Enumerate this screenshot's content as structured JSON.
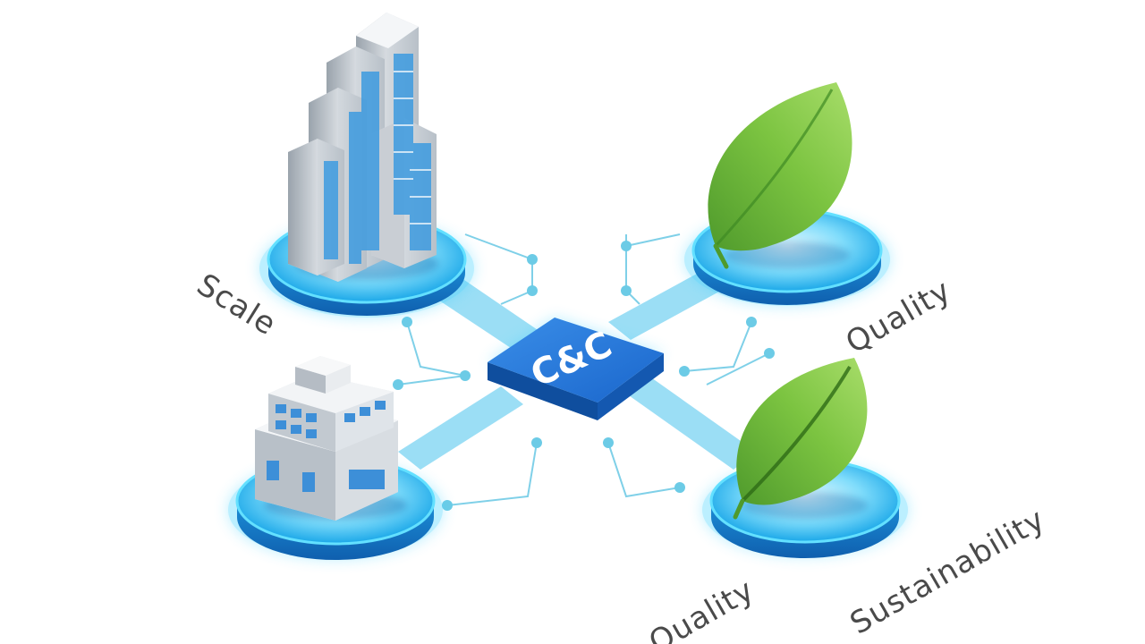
{
  "hub": {
    "label": "C&C",
    "color": "#1f73d6"
  },
  "nodes": [
    {
      "id": "scale",
      "label": "Scale",
      "icon": "skyscraper-icon"
    },
    {
      "id": "quality-top",
      "label": "Quality",
      "icon": "leaf-icon"
    },
    {
      "id": "quality-bottom",
      "label": "Quality",
      "icon": "office-building-icon"
    },
    {
      "id": "sustainability",
      "label": "Sustainability",
      "icon": "leaf-icon"
    }
  ],
  "colors": {
    "glow": "#3fd2ff",
    "platform": "#1ea0e6",
    "connector": "#8fdcf2",
    "leaf": "#7cc441",
    "text": "#4a4a4a"
  }
}
